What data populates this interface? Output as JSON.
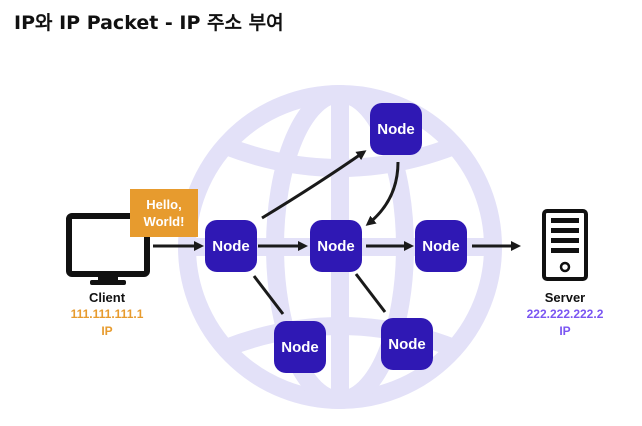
{
  "title": "IP와 IP Packet - IP 주소 부여",
  "message": {
    "line1": "Hello,",
    "line2": "World!"
  },
  "nodes": [
    {
      "id": "n1",
      "label": "Node"
    },
    {
      "id": "n2",
      "label": "Node"
    },
    {
      "id": "n3",
      "label": "Node"
    },
    {
      "id": "n4",
      "label": "Node"
    },
    {
      "id": "n5",
      "label": "Node"
    },
    {
      "id": "n6",
      "label": "Node"
    }
  ],
  "client": {
    "name": "Client",
    "ip": "111.111.111.1",
    "ip_tag": "IP"
  },
  "server": {
    "name": "Server",
    "ip": "222.222.222.2",
    "ip_tag": "IP"
  },
  "colors": {
    "node": "#2f18b4",
    "message": "#e79b2e",
    "client_ip": "#e79b2e",
    "server_ip": "#7a55f2",
    "globe": "#e3e1f8"
  }
}
